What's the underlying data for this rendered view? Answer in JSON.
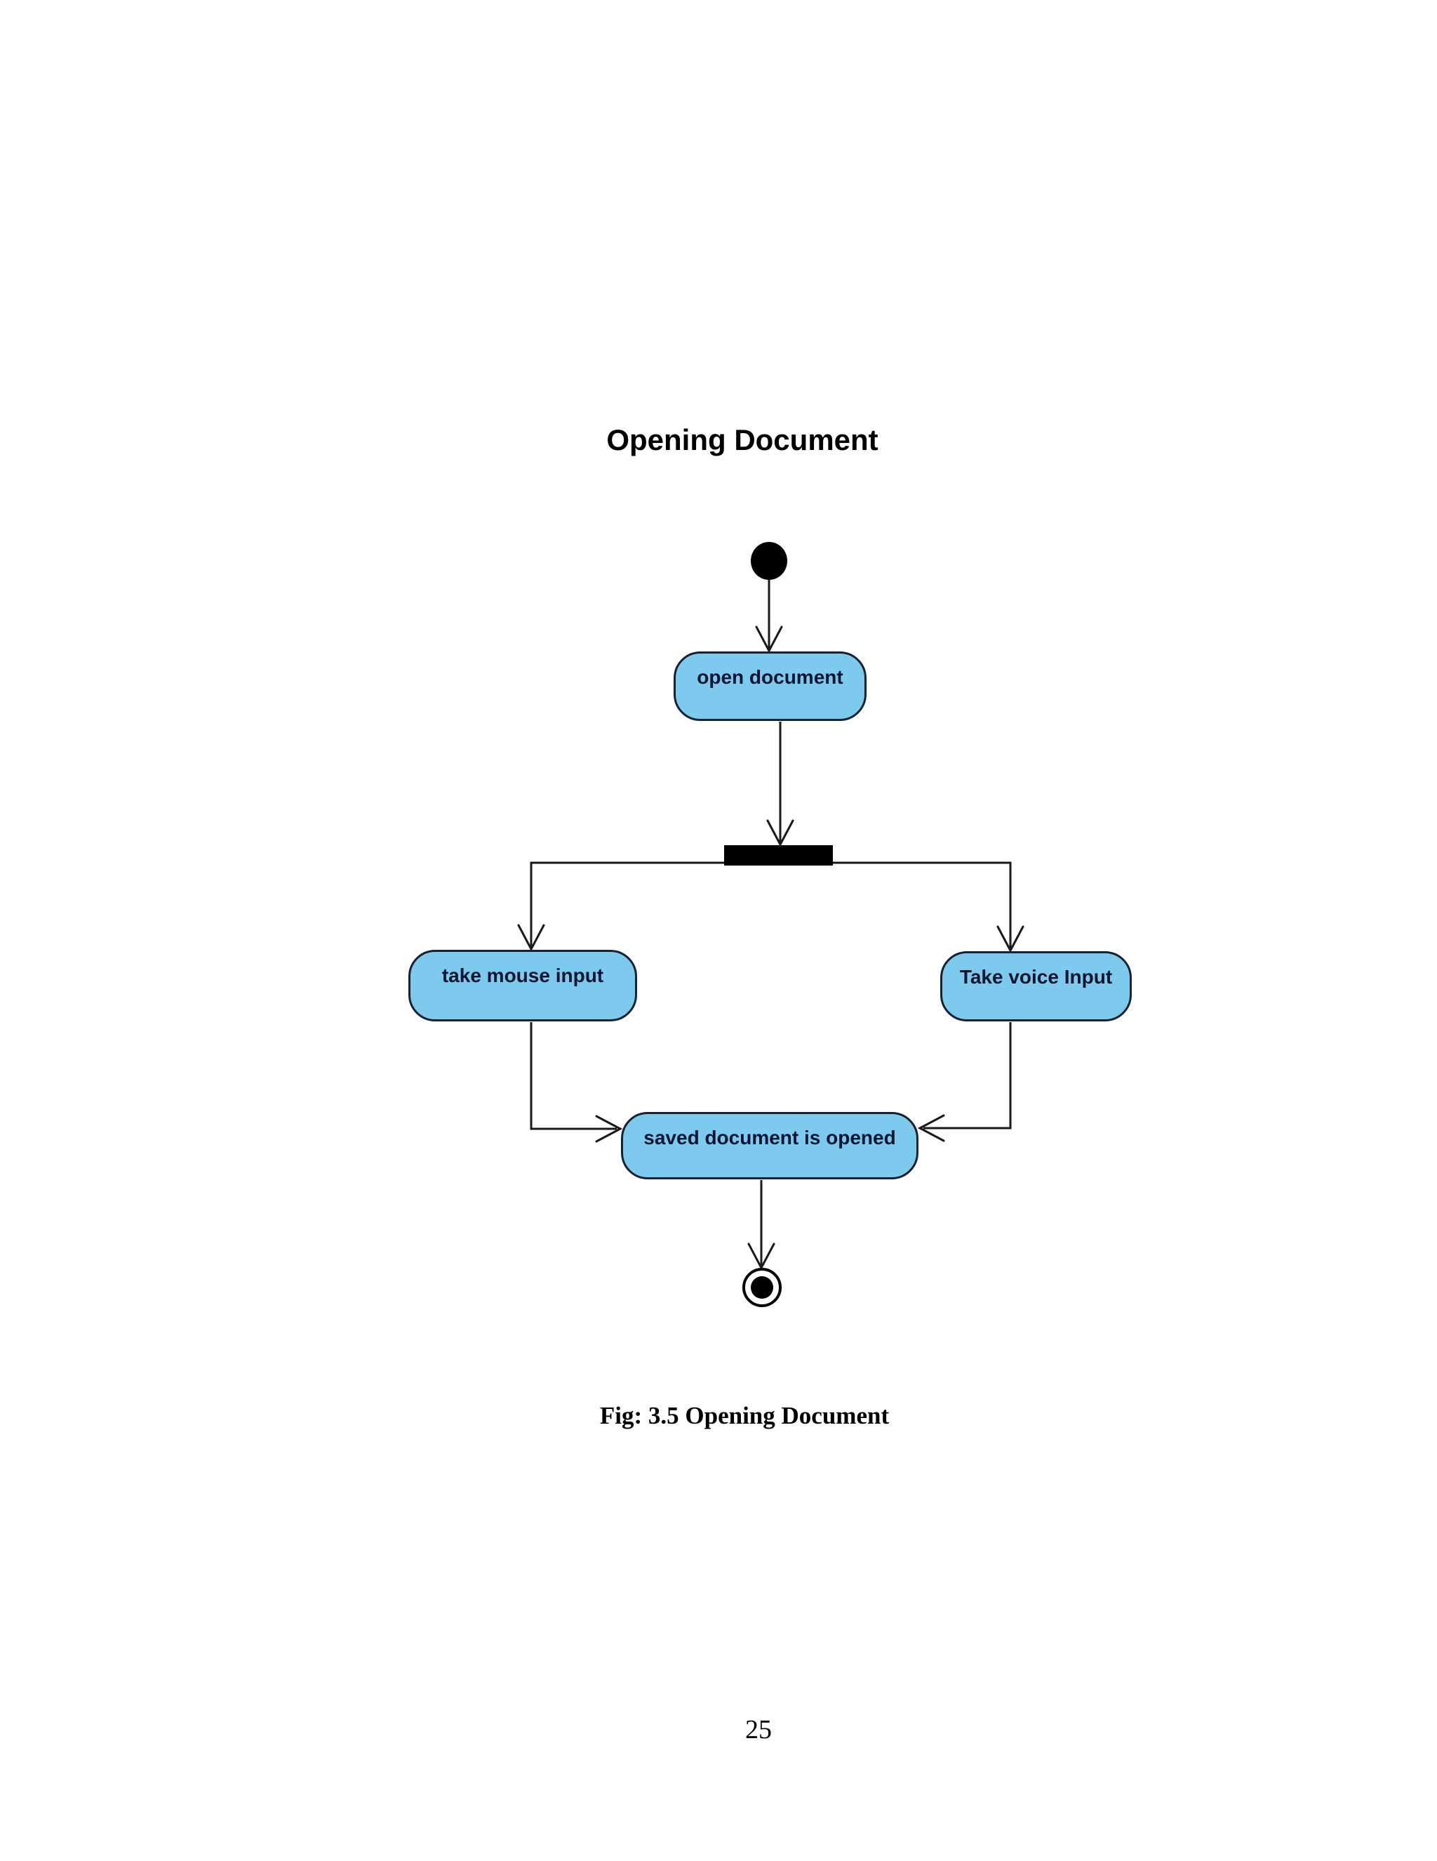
{
  "page": {
    "title": "Opening Document",
    "caption": "Fig: 3.5 Opening Document",
    "page_number": "25"
  },
  "diagram": {
    "type": "uml-activity-diagram",
    "nodes": [
      {
        "id": "start",
        "kind": "initial-node",
        "label": ""
      },
      {
        "id": "open-document",
        "kind": "activity",
        "label": "open document"
      },
      {
        "id": "fork",
        "kind": "fork-bar",
        "label": ""
      },
      {
        "id": "take-mouse-input",
        "kind": "activity",
        "label": "take mouse input"
      },
      {
        "id": "take-voice-input",
        "kind": "activity",
        "label": "Take voice Input"
      },
      {
        "id": "saved-document-is-opened",
        "kind": "activity",
        "label": "saved document is opened"
      },
      {
        "id": "end",
        "kind": "final-node",
        "label": ""
      }
    ],
    "edges": [
      {
        "from": "start",
        "to": "open-document"
      },
      {
        "from": "open-document",
        "to": "fork"
      },
      {
        "from": "fork",
        "to": "take-mouse-input"
      },
      {
        "from": "fork",
        "to": "take-voice-input"
      },
      {
        "from": "take-mouse-input",
        "to": "saved-document-is-opened"
      },
      {
        "from": "take-voice-input",
        "to": "saved-document-is-opened"
      },
      {
        "from": "saved-document-is-opened",
        "to": "end"
      }
    ]
  },
  "colors": {
    "background": "#ffffff",
    "activity_fill": "#7CCBEF",
    "activity_border": "#17212F",
    "activity_text": "#0A1430",
    "line": "#1a1a1a",
    "node": "#000000",
    "title_text": "#000000"
  }
}
